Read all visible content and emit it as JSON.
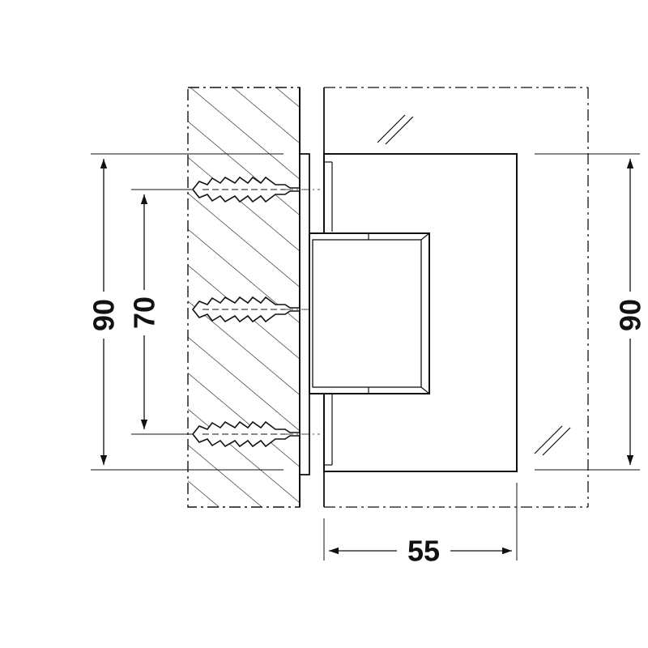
{
  "dimensions": {
    "left_outer": "90",
    "left_inner": "70",
    "right_outer": "90",
    "bottom_width": "55"
  },
  "colors": {
    "line": "#111111",
    "background": "#ffffff"
  }
}
